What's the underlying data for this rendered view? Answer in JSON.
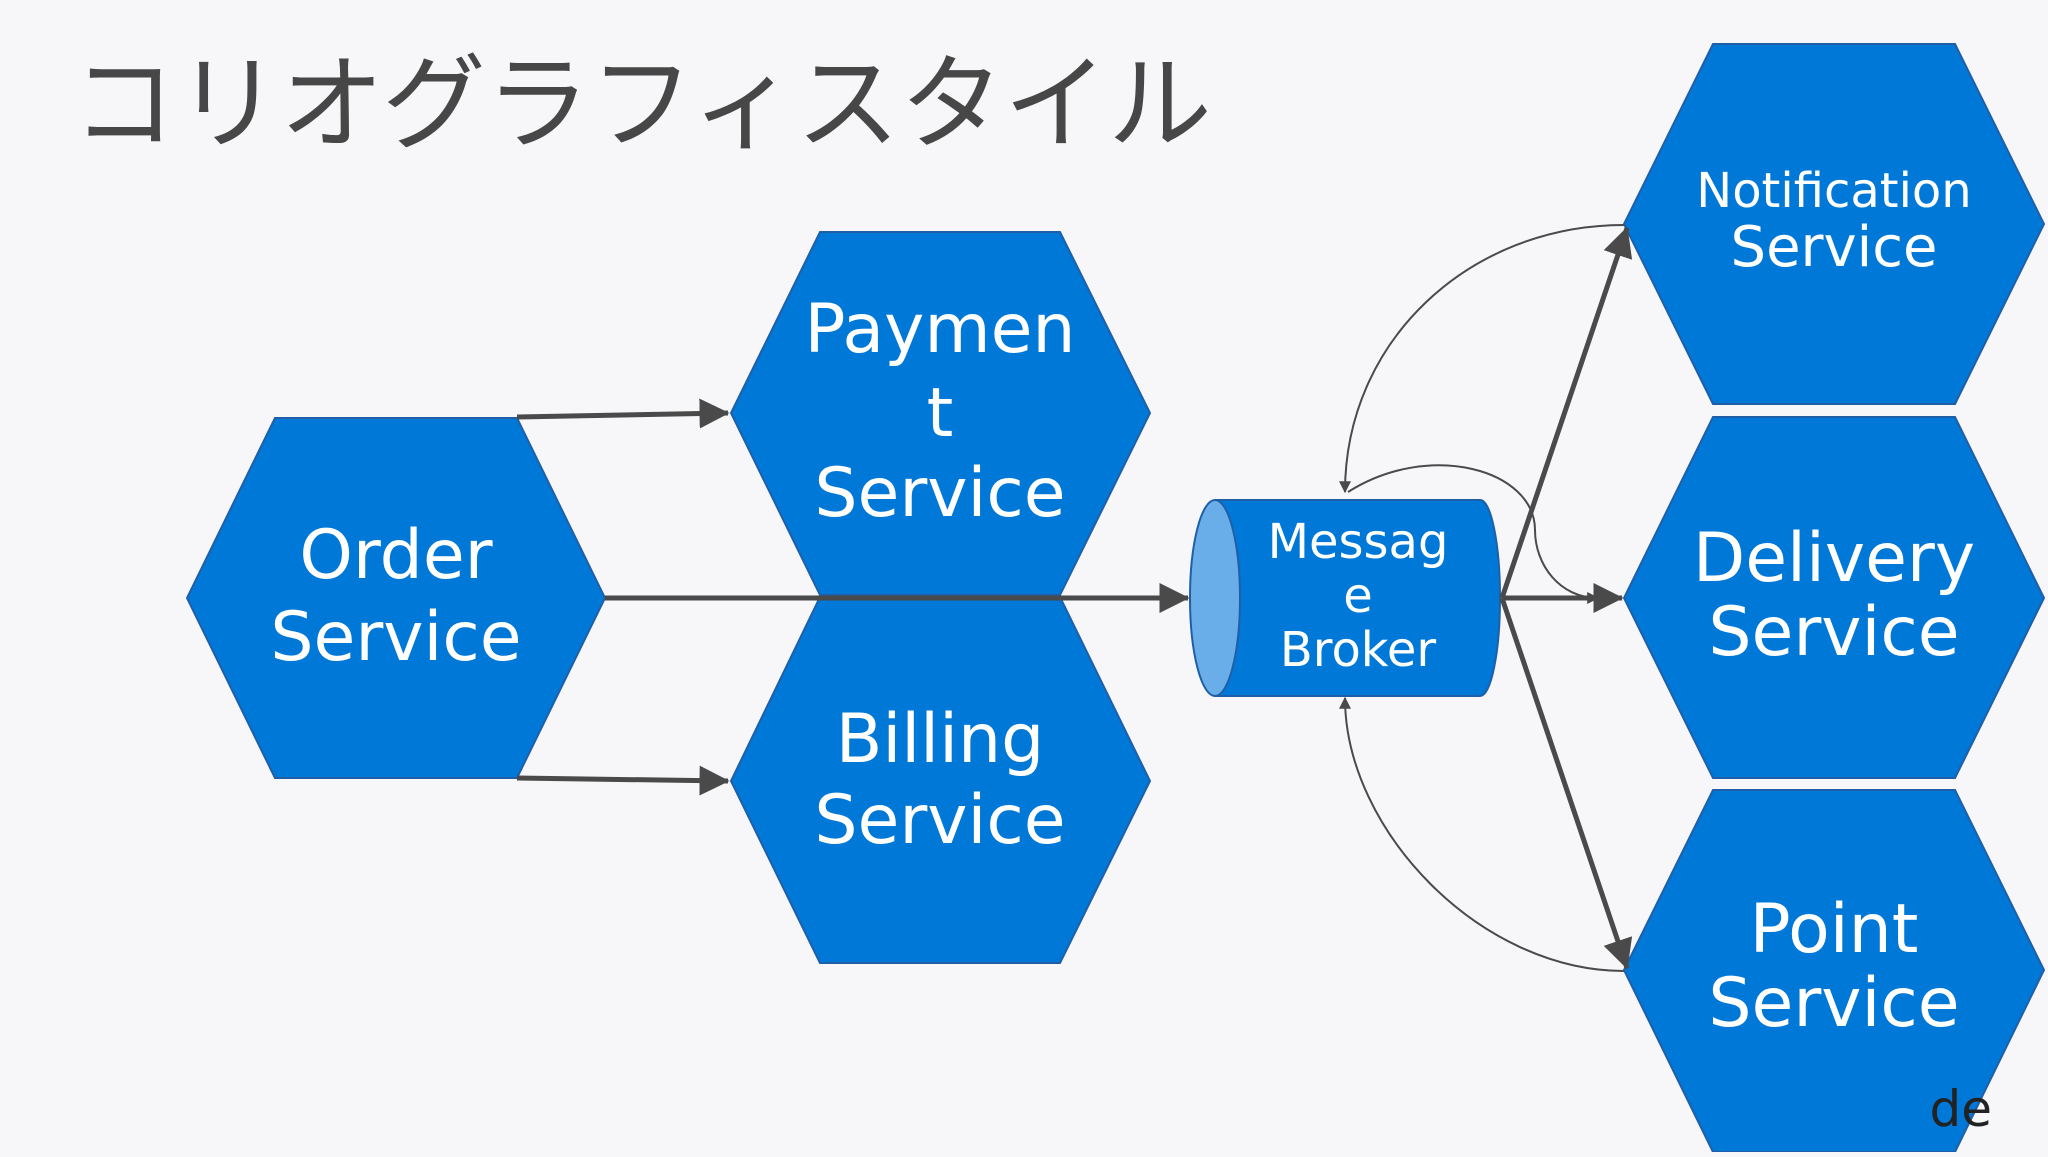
{
  "slide": {
    "title": "コリオグラフィスタイル",
    "corner_fragment": "de"
  },
  "colors": {
    "background": "#f7f7f9",
    "service_fill": "#0078d7",
    "service_stroke": "#1f5fa8",
    "text_light": "#ffffff",
    "title": "#474747",
    "arrow": "#4a4a4a",
    "broker_cap": "#6aaee9"
  },
  "services": {
    "order": {
      "line1": "Order",
      "line2": "Service"
    },
    "payment": {
      "line1": "Paymen",
      "line2": "t",
      "line3": "Service"
    },
    "billing": {
      "line1": "Billing",
      "line2": "Service"
    },
    "notification": {
      "line1": "Notification",
      "line2": "Service"
    },
    "delivery": {
      "line1": "Delivery",
      "line2": "Service"
    },
    "point": {
      "line1": "Point",
      "line2": "Service"
    }
  },
  "broker": {
    "line1": "Messag",
    "line2": "e",
    "line3": "Broker"
  },
  "connections": [
    {
      "from": "Order Service",
      "to": "Payment Service"
    },
    {
      "from": "Order Service",
      "to": "Message Broker"
    },
    {
      "from": "Order Service",
      "to": "Billing Service"
    },
    {
      "from": "Message Broker",
      "to": "Notification Service"
    },
    {
      "from": "Message Broker",
      "to": "Delivery Service"
    },
    {
      "from": "Message Broker",
      "to": "Point Service"
    },
    {
      "from": "Notification Service",
      "to": "Message Broker"
    },
    {
      "from": "Message Broker",
      "to": "Delivery Service"
    },
    {
      "from": "Point Service",
      "to": "Message Broker"
    }
  ]
}
